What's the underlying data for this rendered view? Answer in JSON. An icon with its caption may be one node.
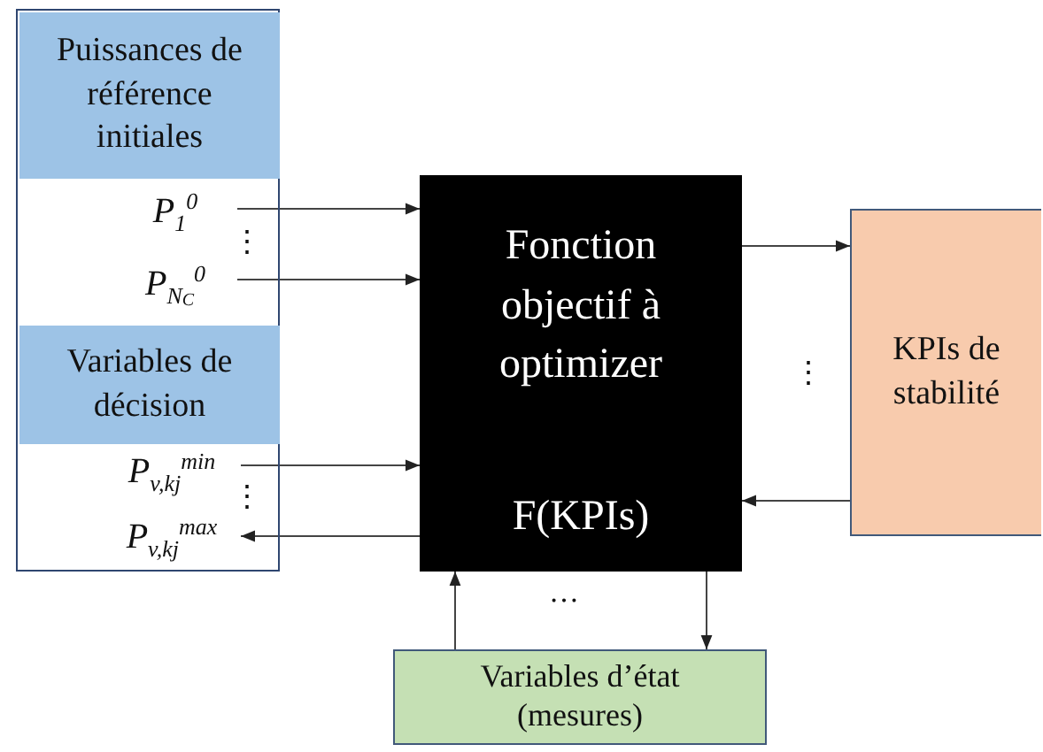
{
  "diagram": {
    "nodes": [
      {
        "text": [],
        "shape": "box"
      },
      {
        "text": [
          "Puissances de référence initiales"
        ],
        "in": 0
      },
      {
        "text": [
          "P$_{1}$$^{0}$"
        ],
        "in": 0
      },
      {
        "text": [
          "P$_{N}$$_{C}$$^{0}$"
        ],
        "in": 0
      },
      {
        "text": [
          "Variables de décision"
        ],
        "in": 0
      },
      {
        "text": [
          "P$_{v,kj}$$^{min}$"
        ],
        "in": 0
      },
      {
        "text": [
          "P$_{v,kj}$$^{max}$"
        ],
        "in": 0
      },
      {
        "text": [
          "Fonction objectif à optimizer",
          "F(KPIs)"
        ]
      },
      {
        "text": [
          "KPIs de stabilité"
        ]
      },
      {
        "text": [
          "Variables d’état (mesures)"
        ]
      }
    ],
    "edges": [
      {
        "from": 2,
        "to": 7,
        "arrow": "to"
      },
      {
        "from": 3,
        "to": 7,
        "arrow": "to"
      },
      {
        "from": 5,
        "to": 7,
        "arrow": "to"
      },
      {
        "from": 7,
        "to": 6,
        "arrow": "to"
      },
      {
        "from": 7,
        "to": 8,
        "arrow": "to"
      },
      {
        "from": 8,
        "to": 7,
        "arrow": "to"
      },
      {
        "from": 9,
        "to": 7,
        "arrow": "to"
      },
      {
        "from": 7,
        "to": 9,
        "arrow": "to"
      }
    ],
    "labels": [
      "⋮",
      "⋮",
      "⋮",
      "…"
    ]
  }
}
